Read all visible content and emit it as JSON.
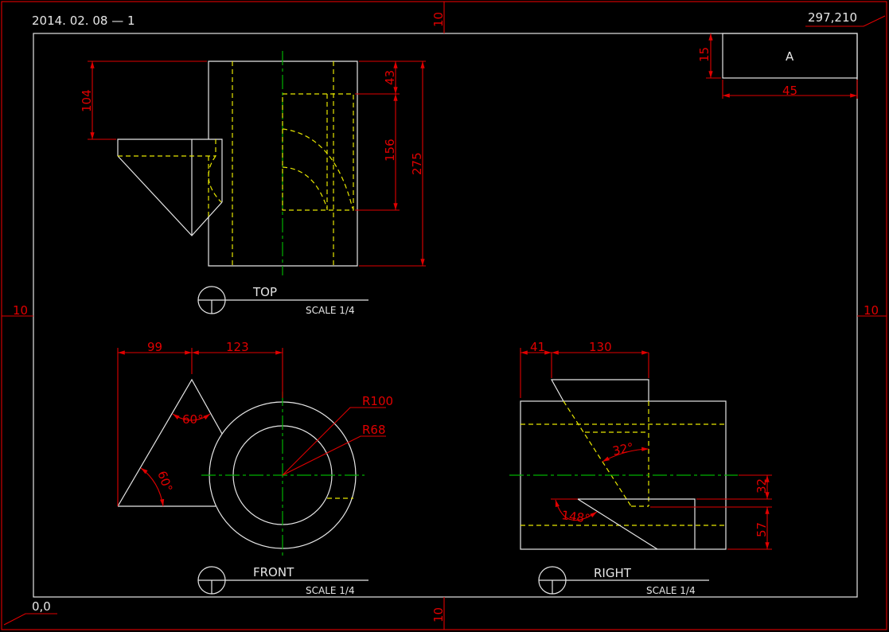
{
  "header": {
    "date_label": "2014. 02. 08 — 1",
    "sheet_size": "297,210",
    "origin": "0,0"
  },
  "frame": {
    "margin_top": "10",
    "margin_left": "10",
    "margin_right": "10",
    "margin_bottom": "10"
  },
  "title_block": {
    "letter": "A",
    "height_dim": "15",
    "width_dim": "45"
  },
  "views": {
    "top": {
      "title": "TOP",
      "scale": "SCALE 1/4",
      "dims": [
        "104",
        "43",
        "156",
        "275"
      ]
    },
    "front": {
      "title": "FRONT",
      "scale": "SCALE 1/4",
      "dims": [
        "99",
        "123"
      ],
      "radii": [
        "R100",
        "R68"
      ],
      "angles": [
        "60°",
        "60°"
      ]
    },
    "right": {
      "title": "RIGHT",
      "scale": "SCALE 1/4",
      "dims": [
        "41",
        "130",
        "32",
        "57"
      ],
      "angles": [
        "32°",
        "148°"
      ]
    }
  },
  "colors": {
    "object": "#e6e6e6",
    "hidden": "#e6e600",
    "center": "#00b000",
    "dimension": "#e00000",
    "background": "#000000"
  }
}
